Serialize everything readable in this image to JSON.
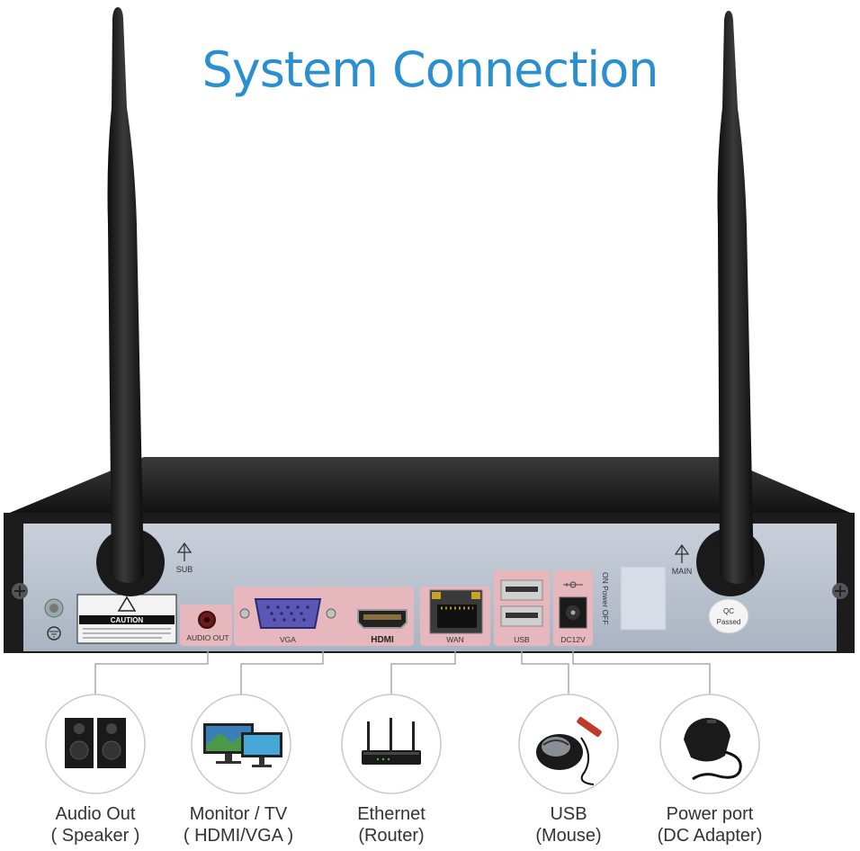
{
  "title": "System Connection",
  "device": {
    "antenna_labels": [
      "SUB",
      "MAIN"
    ],
    "caution_text": "CAUTION",
    "port_labels": {
      "audio": "AUDIO OUT",
      "vga": "VGA",
      "hdmi": "HDMI",
      "wan": "WAN",
      "usb": "USB",
      "dc": "DC12V"
    },
    "power_switch": "ON Power OFF",
    "qc_sticker": [
      "QC",
      "Passed"
    ]
  },
  "connections": [
    {
      "line1": "Audio Out",
      "line2": "( Speaker )",
      "icon": "speaker-icon"
    },
    {
      "line1": "Monitor / TV",
      "line2": "( HDMI/VGA )",
      "icon": "monitor-icon"
    },
    {
      "line1": "Ethernet",
      "line2": "(Router)",
      "icon": "router-icon"
    },
    {
      "line1": "USB",
      "line2": "(Mouse)",
      "icon": "mouse-icon"
    },
    {
      "line1": "Power port",
      "line2": "(DC Adapter)",
      "icon": "power-adapter-icon"
    }
  ],
  "colors": {
    "title": "#2a8fd0",
    "port_highlight": "#e6b8bd",
    "panel": "#b9c2ce",
    "chassis": "#1c1c1c"
  }
}
